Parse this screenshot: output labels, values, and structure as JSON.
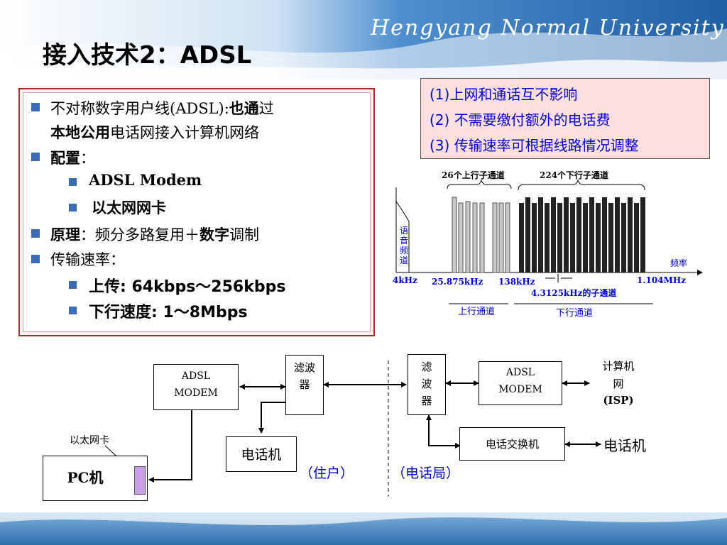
{
  "header": {
    "title": "接入技术2：ADSL",
    "university": "Hengyang Normal University"
  },
  "bullets": {
    "b1_part1": "不对称数字用户线(ADSL):",
    "b1_part2": "也通",
    "b1_part3": "过",
    "b1_line2_bold": "本地公用",
    "b1_line2_rest": "电话网接入计算机网络",
    "config_label": "配置",
    "config_colon": "：",
    "config_items": [
      "ADSL Modem",
      "以太网网卡"
    ],
    "principle_label": "原理",
    "principle_rest_a": "：频分多路复用＋",
    "principle_bold": "数字",
    "principle_rest_b": "调制",
    "rate_label": "传输速率：",
    "rate_items": [
      {
        "label": "上传",
        "value": ": 64kbps～256kbps"
      },
      {
        "label": "下行速度",
        "value": ": 1～8Mbps"
      }
    ]
  },
  "features": [
    "(1)上网和通话互不影响",
    "(2) 不需要缴付额外的电话费",
    "(3) 传输速率可根据线路情况调整"
  ],
  "spectrum": {
    "up_subchannels": "26个上行子通道",
    "down_subchannels": "224个下行子通道",
    "voice_channel": "语音频道",
    "freq_axis": "频率",
    "ticks": [
      "4kHz",
      "25.875kHz",
      "138kHz",
      "1.104MHz"
    ],
    "subchannel_width": "4.3125kHz的子通道",
    "up_channel": "上行通道",
    "down_channel": "下行通道",
    "up_bars": 8,
    "down_bars": 20
  },
  "network": {
    "modem_user": [
      "ADSL",
      "MODEM"
    ],
    "filter_user": [
      "滤波",
      "器"
    ],
    "phone_user": "电话机",
    "pc": "PC机",
    "nic": "以太网卡",
    "user_side": "（住户）",
    "filter_office": [
      "滤",
      "波",
      "器"
    ],
    "modem_office": [
      "ADSL",
      "MODEM"
    ],
    "isp": [
      "计算机",
      "网",
      "(ISP)"
    ],
    "switch": "电话交换机",
    "phone_office": "电话机",
    "office_side": "（电话局）"
  },
  "colors": {
    "header_blue": "#2a6cb0",
    "panel_border": "#a52a2a",
    "feature_bg": "#ffdede",
    "feature_text": "#0000cc",
    "bullet_square": "#3a6bb8",
    "nic_purple": "#c9a0e8"
  }
}
